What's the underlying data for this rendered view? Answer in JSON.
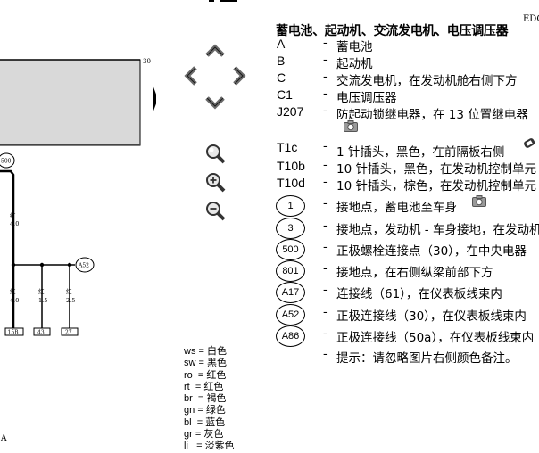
{
  "window": {
    "top_left_fragment": "",
    "top_right_fragment": "EDC"
  },
  "diagram": {
    "corner_number": "30",
    "bottom_letter": "A",
    "node_500": "500",
    "node_a52": "A52",
    "wire_top_color": "红",
    "wire_top_size": "4.0",
    "wires": [
      {
        "color": "红",
        "size": "4.0",
        "terminal": "15B"
      },
      {
        "color": "红",
        "size": "1.5",
        "terminal": "43"
      },
      {
        "color": "红",
        "size": "2.5",
        "terminal": "27"
      }
    ]
  },
  "navigation": {
    "up": "chevron-up-icon",
    "left": "chevron-left-icon",
    "right": "chevron-right-icon",
    "down": "chevron-down-icon",
    "zoom_search": "magnifier-icon",
    "zoom_in": "zoom-in-icon",
    "zoom_out": "zoom-out-icon"
  },
  "legend": {
    "title": "蓄电池、起动机、交流发电机、电压调压器",
    "items": [
      {
        "code": "A",
        "dash": "-",
        "desc": "蓄电池"
      },
      {
        "code": "B",
        "dash": "-",
        "desc": "起动机"
      },
      {
        "code": "C",
        "dash": "-",
        "desc": "交流发电机，在发动机舱右侧下方"
      },
      {
        "code": "C1",
        "dash": "-",
        "desc": "电压调压器"
      },
      {
        "code": "J207",
        "dash": "-",
        "desc": "防起动锁继电器，在 13 位置继电器"
      },
      {
        "code": "T1c",
        "dash": "-",
        "desc": "1 针插头，黑色，在前隔板右侧"
      },
      {
        "code": "T10b",
        "dash": "-",
        "desc": "10 针插头，黑色，在发动机控制单元"
      },
      {
        "code": "T10d",
        "dash": "-",
        "desc": "10 针插头，棕色，在发动机控制单元"
      }
    ],
    "circle_items": [
      {
        "code": "1",
        "dash": "-",
        "desc": "接地点，蓄电池至车身"
      },
      {
        "code": "3",
        "dash": "-",
        "desc": "接地点，发动机 - 车身接地，在发动机"
      },
      {
        "code": "500",
        "dash": "-",
        "desc": "正极螺栓连接点（30），在中央电器"
      },
      {
        "code": "801",
        "dash": "-",
        "desc": "接地点，在右侧纵梁前部下方"
      },
      {
        "code": "A17",
        "dash": "-",
        "desc": "连接线（61），在仪表板线束内"
      },
      {
        "code": "A52",
        "dash": "-",
        "desc": "正极连接线（30），在仪表板线束内"
      },
      {
        "code": "A86",
        "dash": "-",
        "desc": "正极连接线（50a），在仪表板线束内"
      }
    ],
    "note": {
      "dash": "-",
      "desc": "提示：请忽略图片右侧颜色备注。"
    }
  },
  "colors": [
    {
      "abbr": "ws",
      "eq": "=",
      "name": "白色"
    },
    {
      "abbr": "sw",
      "eq": "=",
      "name": "黑色"
    },
    {
      "abbr": "ro",
      "eq": "=",
      "name": "红色"
    },
    {
      "abbr": "rt",
      "eq": "=",
      "name": "红色"
    },
    {
      "abbr": "br",
      "eq": "=",
      "name": "褐色"
    },
    {
      "abbr": "gn",
      "eq": "=",
      "name": "绿色"
    },
    {
      "abbr": "bl",
      "eq": "=",
      "name": "蓝色"
    },
    {
      "abbr": "gr",
      "eq": "=",
      "name": "灰色"
    },
    {
      "abbr": "li",
      "eq": "=",
      "name": "淡紫色"
    }
  ],
  "palette": {
    "panel_gray": "#d9d9d9",
    "icon_gray": "#6b6b6b",
    "line": "#000000"
  }
}
